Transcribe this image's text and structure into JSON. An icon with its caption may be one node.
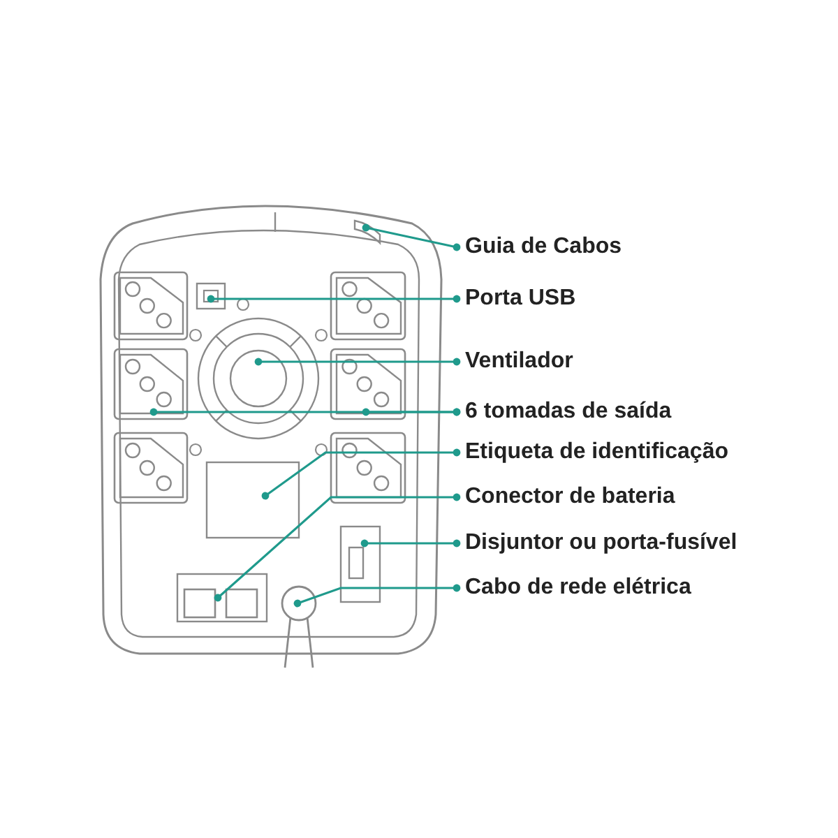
{
  "diagram": {
    "nodes": [
      {
        "text": [
          "Guia de Cabos"
        ]
      },
      {
        "text": [
          "Porta USB"
        ]
      },
      {
        "text": [
          "Ventilador"
        ]
      },
      {
        "text": [
          "6 tomadas de saída"
        ]
      },
      {
        "text": [
          "Etiqueta de identificação"
        ]
      },
      {
        "text": [
          "Conector de bateria"
        ]
      },
      {
        "text": [
          "Disjuntor ou porta-fusível"
        ]
      },
      {
        "text": [
          "Cabo de rede elétrica"
        ]
      },
      {
        "text": [],
        "shape": "picture"
      },
      {
        "text": [],
        "shape": "picture"
      },
      {
        "text": [],
        "shape": "picture"
      },
      {
        "text": [],
        "shape": "picture"
      },
      {
        "text": [],
        "shape": "picture"
      },
      {
        "text": [],
        "shape": "box"
      },
      {
        "text": [],
        "shape": "picture"
      },
      {
        "text": [],
        "shape": "picture"
      },
      {
        "text": [],
        "shape": "picture"
      }
    ],
    "edges": [
      {
        "from": 0,
        "to": 8,
        "arrow": "other"
      },
      {
        "from": 1,
        "to": 9,
        "arrow": "other"
      },
      {
        "from": 2,
        "to": 10,
        "arrow": "other"
      },
      {
        "from": 3,
        "to": 11,
        "arrow": "other"
      },
      {
        "from": 3,
        "to": 12,
        "arrow": "other"
      },
      {
        "from": 4,
        "to": 13,
        "arrow": "other"
      },
      {
        "from": 5,
        "to": 14,
        "arrow": "other"
      },
      {
        "from": 6,
        "to": 15,
        "arrow": "other"
      },
      {
        "from": 7,
        "to": 16,
        "arrow": "other"
      }
    ]
  }
}
